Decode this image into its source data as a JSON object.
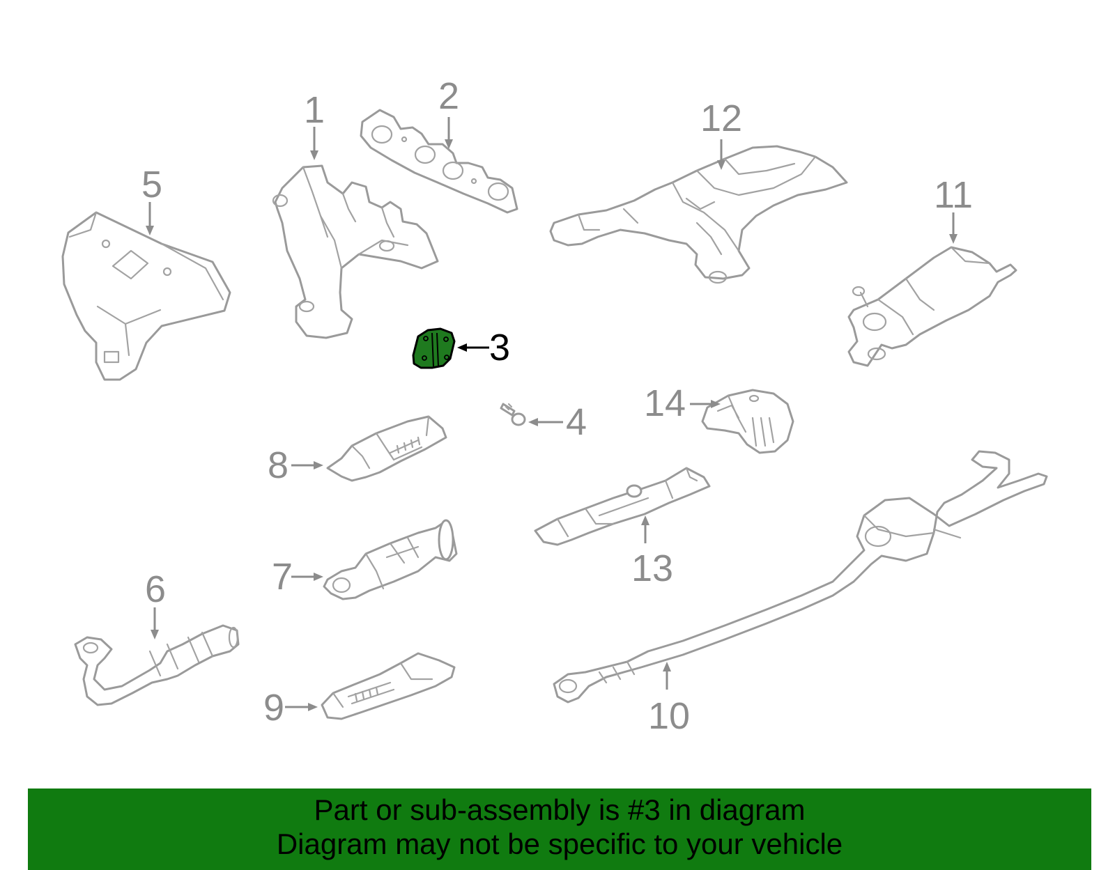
{
  "parts": [
    {
      "number": "1",
      "highlighted": false
    },
    {
      "number": "2",
      "highlighted": false
    },
    {
      "number": "3",
      "highlighted": true
    },
    {
      "number": "4",
      "highlighted": false
    },
    {
      "number": "5",
      "highlighted": false
    },
    {
      "number": "6",
      "highlighted": false
    },
    {
      "number": "7",
      "highlighted": false
    },
    {
      "number": "8",
      "highlighted": false
    },
    {
      "number": "9",
      "highlighted": false
    },
    {
      "number": "10",
      "highlighted": false
    },
    {
      "number": "11",
      "highlighted": false
    },
    {
      "number": "12",
      "highlighted": false
    },
    {
      "number": "13",
      "highlighted": false
    },
    {
      "number": "14",
      "highlighted": false
    }
  ],
  "banner": {
    "line1": "Part or sub-assembly is #3 in diagram",
    "line2": "Diagram may not be specific to your vehicle"
  },
  "colors": {
    "highlight": "#1f7a1f",
    "banner": "#107b10",
    "line": "#9a9a9a"
  }
}
